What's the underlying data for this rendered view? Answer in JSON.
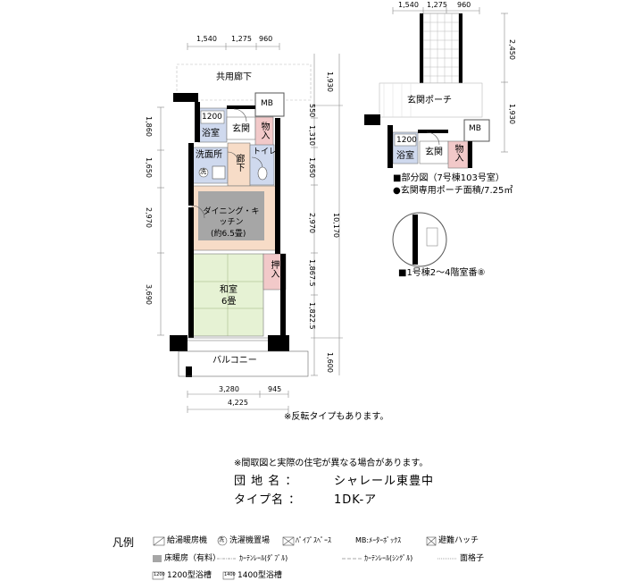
{
  "main_plan": {
    "top_dims": [
      "1,540",
      "1,275",
      "960"
    ],
    "corridor": "共用廊下",
    "mb": "MB",
    "bath_size": "1200",
    "bath": "浴室",
    "entrance": "玄関",
    "storage_top": "物入",
    "washroom": "洗面所",
    "washer": "洗",
    "hall": "廊下",
    "toilet": "トイレ",
    "dining_kitchen": "ダイニング・キッチン",
    "dk_size": "(約6.5畳)",
    "japanese_room": "和室",
    "jr_size": "6畳",
    "oshiire": "押入",
    "balcony": "バルコニー",
    "left_dims": [
      "1,860",
      "1,650",
      "2,970",
      "3,690"
    ],
    "right_dims": [
      "1,930",
      "550",
      "1,310",
      "1,650",
      "2,970",
      "10,170",
      "1,867.5",
      "1,822.5",
      "1,600"
    ],
    "bottom_dims": [
      "3,280",
      "945",
      "4,225"
    ]
  },
  "partial_plan": {
    "top_dims": [
      "1,540",
      "1,275",
      "960"
    ],
    "right_dims": [
      "2,450",
      "1,930"
    ],
    "porch": "玄関ポーチ",
    "mb": "MB",
    "bath_size": "1200",
    "bath": "浴室",
    "entrance": "玄関",
    "storage": "物入"
  },
  "notes": {
    "partial_note": "■部分図（7号棟103号室）",
    "porch_area": "●玄関専用ポーチ面積/7.25㎡",
    "building_note": "■1号棟2～4階室番⑧",
    "reverse": "※反転タイプもあります。",
    "disclaimer": "※間取図と実際の住宅が異なる場合があります。"
  },
  "info": {
    "complex_label": "団 地 名 ：",
    "complex_name": "シャレール東豊中",
    "type_label": "タイプ名 ：",
    "type_name": "1DK-ア"
  },
  "legend": {
    "title": "凡例",
    "items": {
      "water_heater": "給湯暖房機",
      "washer_space": "洗濯機置場",
      "washer_symbol": "洗",
      "pipe_space": "ﾊﾟｲﾌﾟｽﾍﾟｰｽ",
      "mb": "MB:ﾒｰﾀｰﾎﾞｯｸｽ",
      "hatch": "避難ハッチ",
      "floor_heating": "床暖房（有料）",
      "curtain_double": "ｶｰﾃﾝﾚｰﾙ(ﾀﾞﾌﾞﾙ)",
      "curtain_single": "ｶｰﾃﾝﾚｰﾙ(ｼﾝｸﾞﾙ)",
      "lattice": "面格子",
      "bath1200": "1200型浴槽",
      "bath1200_icon": "1200",
      "bath1400": "1400型浴槽",
      "bath1400_icon": "1400"
    }
  },
  "colors": {
    "storage": "#f2c9c9",
    "washroom": "#cfd9ee",
    "dk_floor": "#f7dcc7",
    "floor_heat": "#a6a6a6",
    "tatami": "#e6f2d4",
    "wall": "#000000"
  }
}
